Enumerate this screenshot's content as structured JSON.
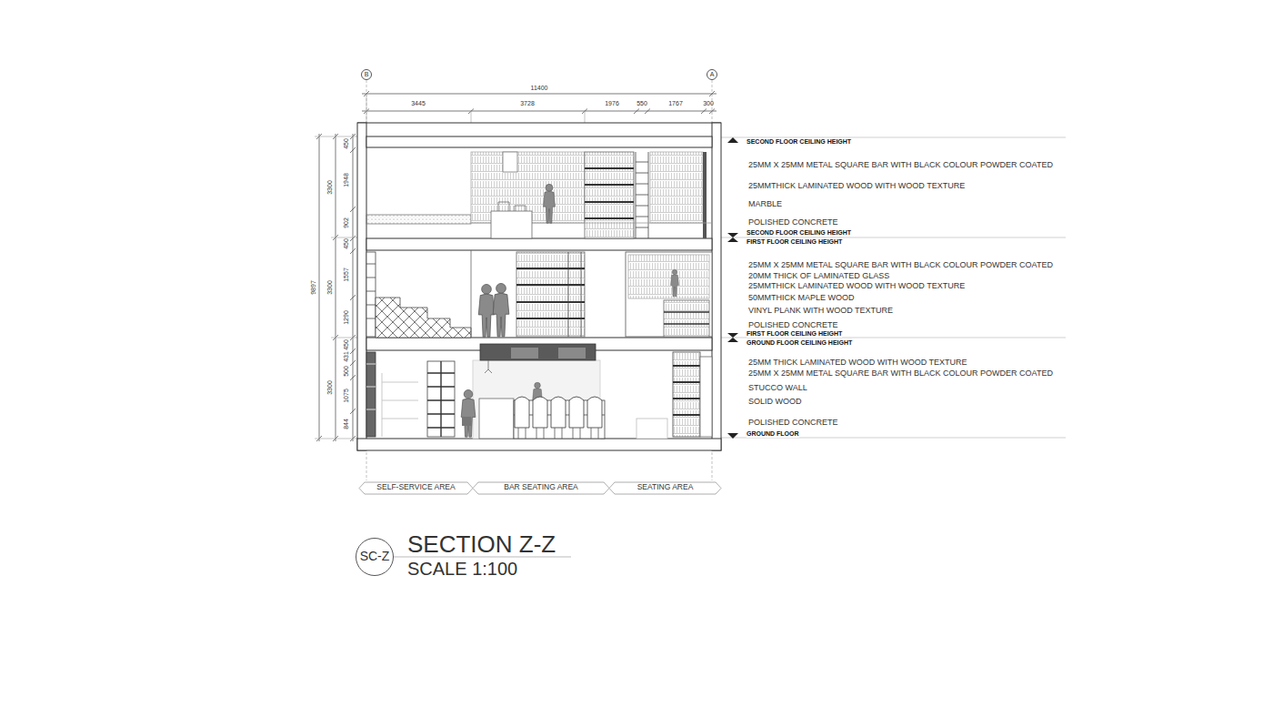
{
  "diagram": {
    "title": "SECTION Z-Z",
    "nodes": [
      {
        "text": [
          "B"
        ]
      },
      {
        "text": [
          "A"
        ]
      },
      {
        "text": [
          "SELF-SERVICE AREA"
        ]
      },
      {
        "text": [
          "BAR SEATING AREA"
        ]
      },
      {
        "text": [
          "SEATING AREA"
        ]
      },
      {
        "text": [
          "SC-Z"
        ]
      }
    ],
    "labels": [
      "11400",
      "3445",
      "3728",
      "1976",
      "550",
      "1767",
      "300",
      "450",
      "1948",
      "902",
      "450",
      "1557",
      "1290",
      "450",
      "431",
      "500",
      "1075",
      "844",
      "3300",
      "3300",
      "3300",
      "9897",
      "SECOND FLOOR CEILING HEIGHT",
      "25MM X 25MM METAL SQUARE BAR WITH BLACK COLOUR POWDER COATED",
      "25MMTHICK LAMINATED WOOD WITH WOOD TEXTURE",
      "MARBLE",
      "POLISHED CONCRETE",
      "SECOND FLOOR CEILING HEIGHT",
      "FIRST FLOOR CEILING HEIGHT",
      "25MM X 25MM METAL SQUARE BAR WITH BLACK COLOUR POWDER COATED",
      "20MM THICK OF LAMINATED GLASS",
      "25MMTHICK LAMINATED WOOD WITH WOOD TEXTURE",
      "50MMTHICK MAPLE WOOD",
      "VINYL PLANK WITH WOOD TEXTURE",
      "POLISHED CONCRETE",
      "FIRST FLOOR CEILING HEIGHT",
      "GROUND FLOOR CEILING HEIGHT",
      "25MM THICK LAMINATED WOOD WITH WOOD TEXTURE",
      "25MM X 25MM METAL SQUARE BAR WITH BLACK COLOUR POWDER COATED",
      "STUCCO WALL",
      "SOLID WOOD",
      "POLISHED CONCRETE",
      "GROUND FLOOR",
      "SCALE 1:100"
    ]
  }
}
